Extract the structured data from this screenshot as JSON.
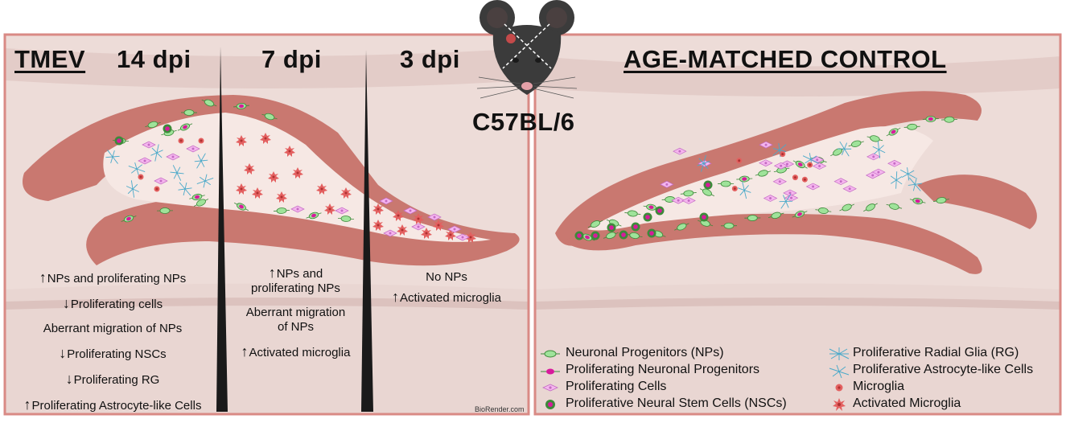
{
  "strain": "C57BL/6",
  "tmev": {
    "title": "TMEV",
    "timepoints": [
      "14 dpi",
      "7 dpi",
      "3 dpi"
    ],
    "notes_14dpi": [
      {
        "arrow": "up",
        "text": "NPs and proliferating NPs"
      },
      {
        "arrow": "down",
        "text": "Proliferating cells"
      },
      {
        "arrow": "",
        "text": "Aberrant migration of NPs"
      },
      {
        "arrow": "down",
        "text": "Proliferating NSCs"
      },
      {
        "arrow": "down",
        "text": "Proliferating RG"
      },
      {
        "arrow": "up",
        "text": "Proliferating Astrocyte-like Cells"
      }
    ],
    "notes_7dpi": [
      {
        "arrow": "up",
        "text": "NPs and\nproliferating NPs"
      },
      {
        "arrow": "",
        "text": "Aberrant migration\nof NPs"
      },
      {
        "arrow": "up",
        "text": "Activated microglia"
      }
    ],
    "notes_3dpi": [
      {
        "arrow": "",
        "text": "No NPs"
      },
      {
        "arrow": "up",
        "text": "Activated microglia"
      }
    ],
    "credit": "BioRender.com"
  },
  "control": {
    "title": "AGE-MATCHED CONTROL"
  },
  "legend": {
    "left": [
      {
        "icon": "neuronal-progenitor-icon",
        "label": "Neuronal Progenitors (NPs)"
      },
      {
        "icon": "proliferating-np-icon",
        "label": "Proliferating Neuronal Progenitors"
      },
      {
        "icon": "proliferating-cell-icon",
        "label": "Proliferating Cells"
      },
      {
        "icon": "nsc-icon",
        "label": "Proliferative Neural Stem Cells (NSCs)"
      }
    ],
    "right": [
      {
        "icon": "radial-glia-icon",
        "label": "Proliferative Radial Glia (RG)"
      },
      {
        "icon": "astrocyte-icon",
        "label": "Proliferative Astrocyte-like Cells"
      },
      {
        "icon": "microglia-icon",
        "label": "Microglia"
      },
      {
        "icon": "activated-microglia-icon",
        "label": "Activated Microglia"
      }
    ]
  },
  "colors": {
    "background": "#eddcd8",
    "band": "#e3ccc8",
    "dentate": "#c97870",
    "hilus": "#f6e8e4",
    "frame": "#d98a85",
    "np": "#9fe39a",
    "proliferating_np": "#d81a9c",
    "proliferating_cell": "#f5b6ee",
    "nsc": "#3d8a3a",
    "glia": "#4aa9c9",
    "microglia": "#e36060",
    "mouse": "#3b3b3b"
  }
}
